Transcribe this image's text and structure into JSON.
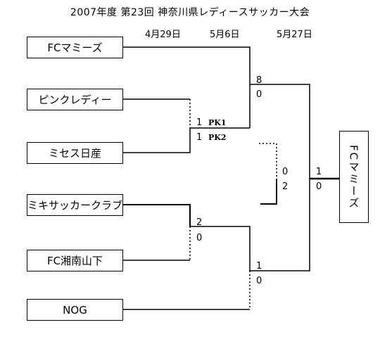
{
  "title": "2007年度 第23回 神奈川県レディースサッカー大会",
  "dates": {
    "round1": "4月29日",
    "round2": "5月6日",
    "round3": "5月27日"
  },
  "teams": {
    "t1": "FCマミーズ",
    "t2": "ピンクレディー",
    "t3": "ミセス日産",
    "t4": "ミキサッカークラブ",
    "t5": "FC湘南山下",
    "t6": "NOG"
  },
  "champion": "FCマミーズ",
  "scores": {
    "m1_top": "1",
    "m1_bottom": "1",
    "m1_pk_top": "PK1",
    "m1_pk_bottom": "PK2",
    "m2_top": "8",
    "m2_bottom": "0",
    "m3_top": "2",
    "m3_bottom": "0",
    "m4_top": "1",
    "m4_bottom": "0",
    "semi_top": "0",
    "semi_bottom": "2",
    "final_top": "1",
    "final_bottom": "0"
  }
}
